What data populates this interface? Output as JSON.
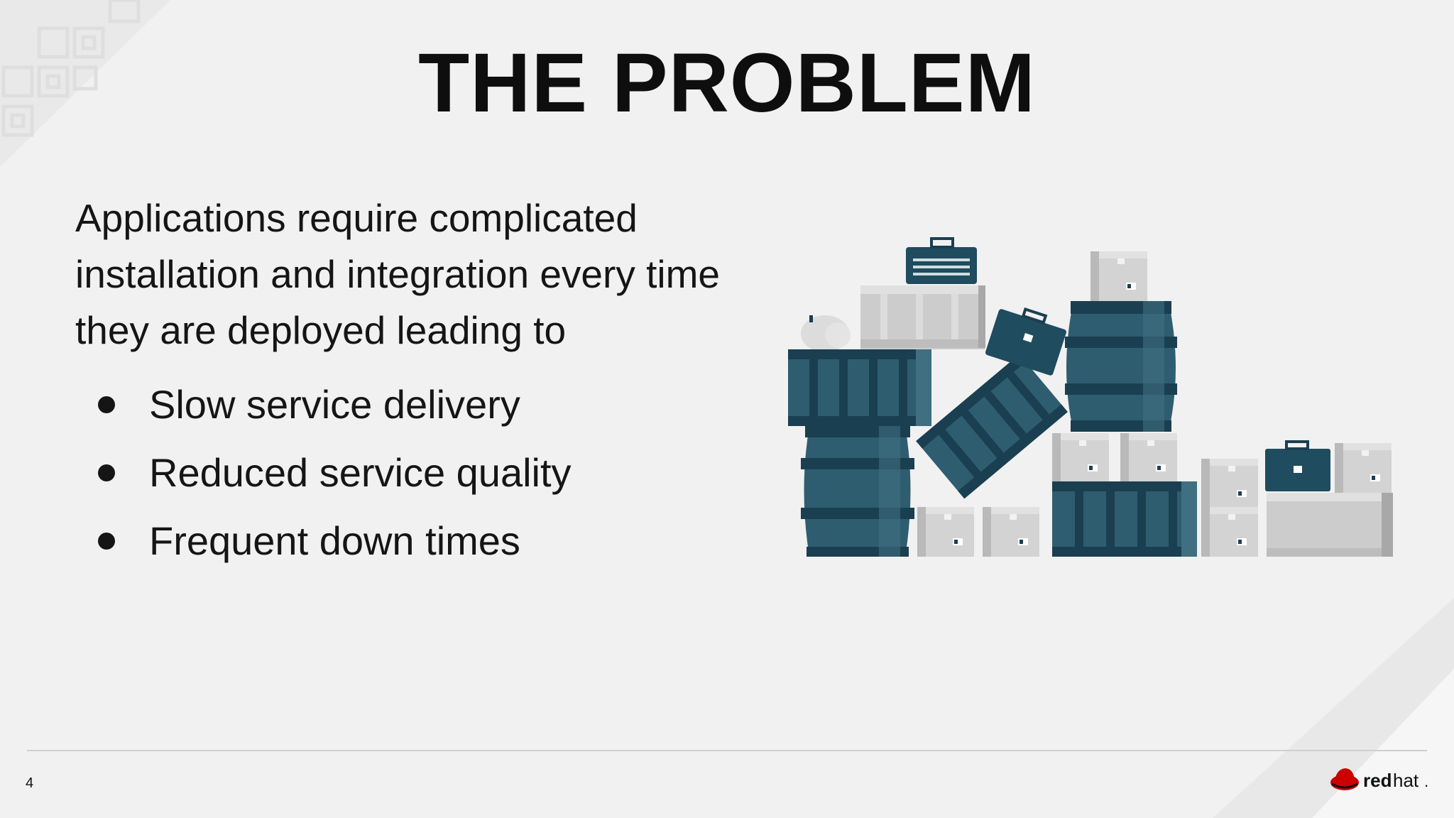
{
  "slide": {
    "title": "THE PROBLEM",
    "intro_lines": [
      "Applications require complicated",
      "installation and integration every time",
      "they are deployed leading to"
    ],
    "bullets": [
      "Slow service delivery",
      "Reduced service quality",
      "Frequent down times"
    ],
    "page_number": "4"
  },
  "logo": {
    "word_bold": "red",
    "word_light": "hat",
    "mark": "."
  },
  "colors": {
    "background": "#f1f1f1",
    "barrel": "#2b5a6e",
    "barrel_dark": "#1a3f50",
    "box": "#d2d2d2",
    "brand_red": "#cc0000"
  },
  "icons": [
    "redhat-logo-icon",
    "bullet-icon"
  ]
}
